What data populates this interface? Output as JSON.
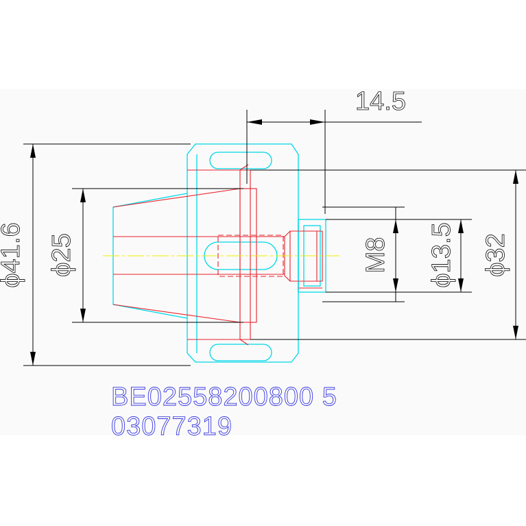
{
  "dimensions": {
    "d_outer": "ϕ41.6",
    "d_bore": "ϕ25",
    "d_body": "ϕ32",
    "d_nut": "ϕ13.5",
    "thread": "M8",
    "length": "14.5"
  },
  "codes": {
    "line1": "BE02558200800 5",
    "line2": "03077319"
  },
  "colors": {
    "background": "#ffffff",
    "panel": "#fafafa",
    "outline": "#00d8e8",
    "section": "#e8202a",
    "dimension": "#000000",
    "centerline": "#f0f000",
    "code_text": "#3838e0"
  }
}
